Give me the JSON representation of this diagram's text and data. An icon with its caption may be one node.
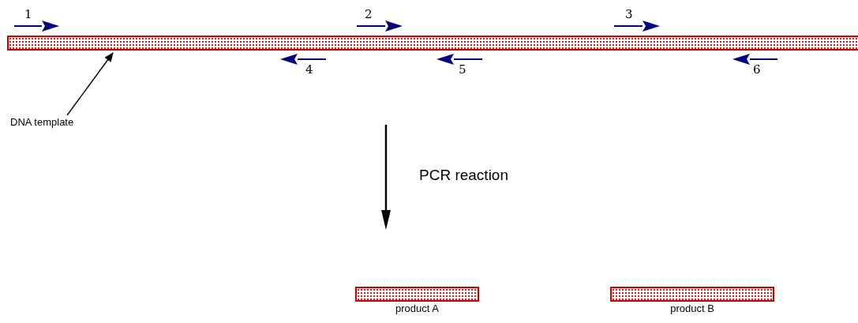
{
  "diagram": {
    "nodes": [
      {
        "text": [],
        "shape": "bar"
      },
      {
        "text": [
          "DNA template"
        ]
      },
      {
        "text": [
          "product A"
        ]
      },
      {
        "text": [
          "product B"
        ]
      }
    ],
    "edges": [
      {
        "from": 1,
        "to": 0,
        "arrow": "to"
      }
    ],
    "labels": [
      "1",
      "2",
      "3",
      "4",
      "5",
      "6",
      "PCR reaction"
    ]
  }
}
